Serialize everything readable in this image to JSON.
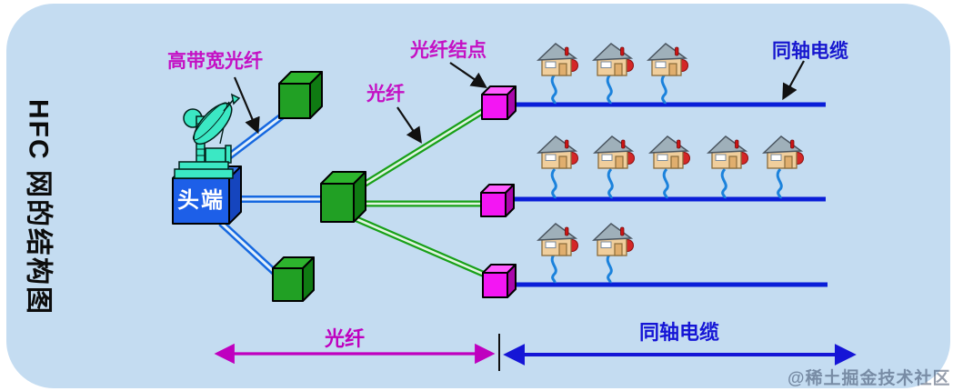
{
  "page": {
    "background": "#FFFFFF",
    "panel_color": "#C4DCF1"
  },
  "title": {
    "text": "HFC 网的结构图"
  },
  "headend": {
    "label": "头端",
    "color": "#1D5FE8"
  },
  "annotations": {
    "high_bandwidth_fiber": "高带宽光纤",
    "fiber": "光纤",
    "fiber_node": "光纤结点",
    "coaxial_cable": "同轴电缆"
  },
  "legend": {
    "fiber_span_label": "光纤",
    "coax_span_label": "同轴电缆"
  },
  "watermark": {
    "text": "@稀土掘金技术社区"
  },
  "colors": {
    "fiber_trunk_blue": "#1668E0",
    "fiber_branch_green": "#18A018",
    "coax_blue": "#0A1ED8",
    "label_magenta": "#C411C4",
    "label_blue": "#1717CF",
    "fiber_node_magenta": "#F316F3",
    "splitter_green": "#21A024",
    "dish_cyan": "#3BE8C4"
  },
  "structure": {
    "optical_splitters": 3,
    "fiber_nodes": 3,
    "houses_per_row": [
      3,
      5,
      2
    ]
  }
}
